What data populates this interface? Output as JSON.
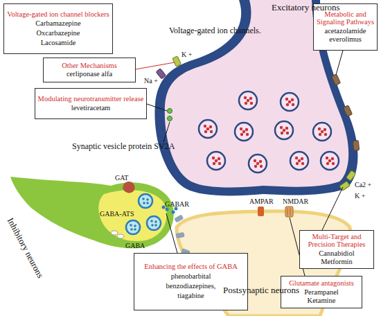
{
  "diagram": {
    "nodes": [
      {
        "text": [
          "Voltage-gated ion channel blockers",
          "Carbamazepine Oxcarbazepine Lacosamide"
        ]
      },
      {
        "text": [
          "Metabolic and Signaling Pathways",
          "acetazolamide everolimus"
        ]
      },
      {
        "text": [
          "Other Mechanisms",
          "cerliponase alfa"
        ]
      },
      {
        "text": [
          "Modulating neurotransmitter release",
          "levetiracetam"
        ]
      },
      {
        "text": [
          "Multi-Target and Precision Therapies",
          "Cannabidiol Metformin"
        ]
      },
      {
        "text": [
          "Enhancing the effects of GABA",
          "phenobarbital benzodiazepines, tiagabine"
        ]
      },
      {
        "text": [
          "Glutamate antagonists",
          "Perampanel Ketamine"
        ]
      }
    ],
    "labels": [
      "Excitatory neurons",
      "Voltage-gated ion channels.",
      "K +",
      "Na +",
      "Synaptic vesicle protein SV2A",
      "Ca2 +",
      "K +",
      "GAT",
      "GABA-ATS",
      "GABA",
      "GABAR",
      "AMPAR",
      "NMDAR",
      "Inhibitory neurons",
      "Postsynaptic neurons"
    ]
  }
}
